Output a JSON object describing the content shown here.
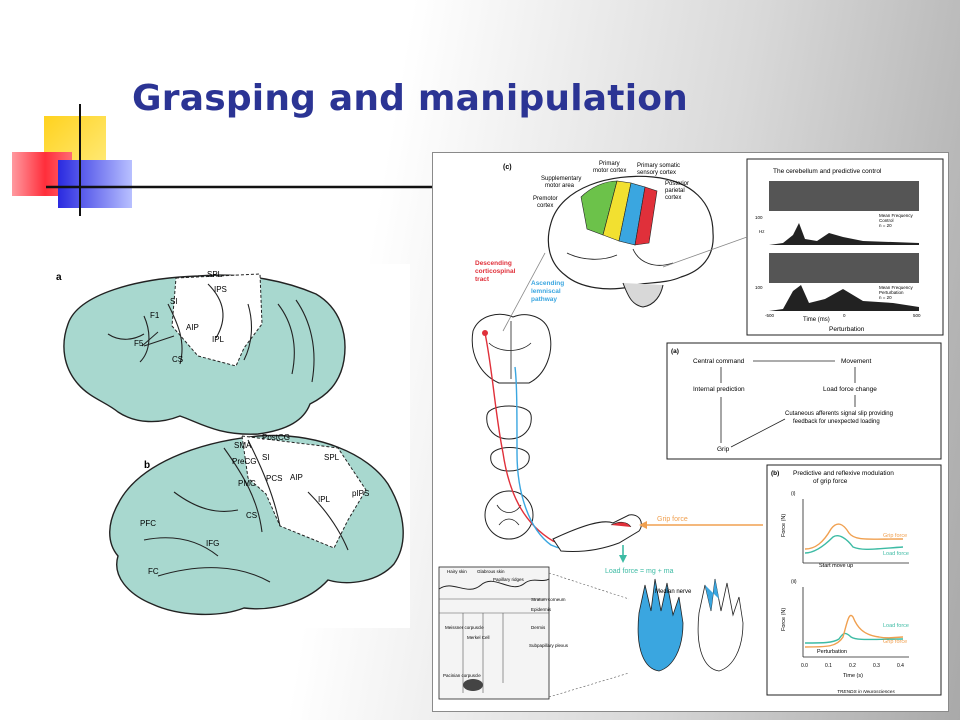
{
  "slide": {
    "title": "Grasping and manipulation"
  },
  "colors": {
    "title": "#2b3494",
    "cortex": "#a8d8cf",
    "red_path": "#e0303a",
    "blue_path": "#3aa6e0",
    "orange": "#f0a050",
    "teal": "#3dbba4"
  },
  "panel_left": {
    "a": {
      "tag": "a",
      "labels": [
        "SPL",
        "IPS",
        "SI",
        "F1",
        "F5",
        "AIP",
        "IPL",
        "CS"
      ]
    },
    "b": {
      "tag": "b",
      "labels": [
        "PostCG",
        "SMA",
        "PreCG",
        "SI",
        "SPL",
        "PMC",
        "PCS",
        "AIP",
        "pIPS",
        "IPL",
        "PFC",
        "CS",
        "IFG",
        "FC"
      ]
    }
  },
  "panel_right": {
    "c": {
      "tag": "(c)",
      "primary_motor": [
        "Primary",
        "motor cortex"
      ],
      "primary_somatic": [
        "Primary somatic",
        "sensory cortex"
      ],
      "supplementary": [
        "Supplementary",
        "motor area"
      ],
      "premotor": [
        "Premotor",
        "cortex"
      ],
      "posterior": [
        "Posterior",
        "parietal",
        "cortex"
      ],
      "descending": [
        "Descending",
        "corticospinal",
        "tract"
      ],
      "ascending": [
        "Ascending",
        "lemniscal",
        "pathway"
      ]
    },
    "cerebellum": {
      "title": "The cerebellum and predictive control",
      "legend_1": [
        "Mean Frequency",
        "Control",
        "n = 20"
      ],
      "legend_2": [
        "Mean Frequency",
        "Perturbation",
        "n = 20"
      ],
      "xlabel": "Time (ms)",
      "perturbation": "Perturbation",
      "y_top": "100",
      "hz": "Hz",
      "x_ticks": [
        "-500",
        "0",
        "500"
      ]
    },
    "a": {
      "tag": "(a)",
      "central_command": "Central command",
      "movement": "Movement",
      "internal_prediction": "Internal prediction",
      "load_force_change": "Load force change",
      "afferents": [
        "Cutaneous afferents signal slip providing",
        "feedback for unexpected loading"
      ],
      "grip": "Grip"
    },
    "b": {
      "tag": "(b)",
      "title": [
        "Predictive and reflexive modulation",
        "of grip force"
      ],
      "sub_i": "(i)",
      "sub_ii": "(ii)",
      "ylabel": "Force (N)",
      "start_move_up": "Start move up",
      "perturbation": "Perturbation",
      "grip_force": "Grip force",
      "load_force": "Load force",
      "xlabel": "Time (s)",
      "x_ticks": [
        "0.0",
        "0.1",
        "0.2",
        "0.3",
        "0.4"
      ]
    },
    "arm": {
      "grip_force": "Grip force",
      "load_force_eq": "Load force = mg + ma"
    },
    "skin": {
      "labels": [
        "Hairy skin",
        "Glabrous skin",
        "Papillary ridges",
        "Stratum corneum",
        "Epidermis",
        "Dermis",
        "Subpapillary plexus",
        "Meissner corpuscle",
        "Merkel Cell",
        "Pacinian corpuscle"
      ],
      "median_nerve": "Median nerve"
    },
    "journal": "TRENDS in Neurosciences"
  }
}
